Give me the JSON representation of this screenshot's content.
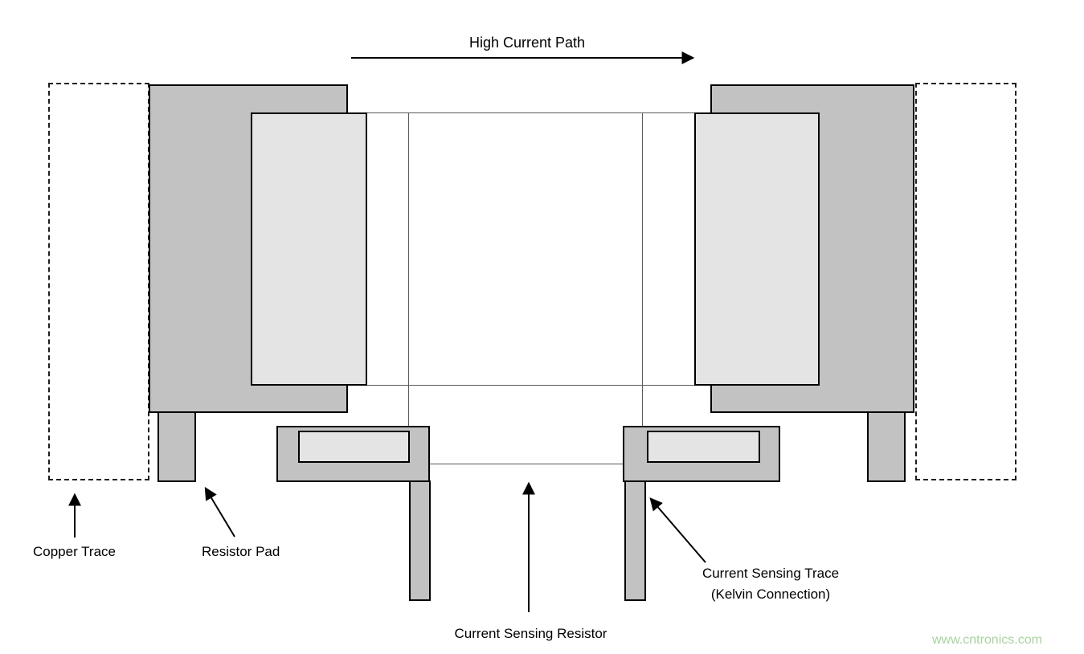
{
  "diagram": {
    "title_arrow_label": "High Current Path",
    "labels": {
      "copper_trace": "Copper Trace",
      "resistor_pad": "Resistor Pad",
      "current_sensing_resistor": "Current Sensing Resistor",
      "kelvin_line1": "Current Sensing Trace",
      "kelvin_line2": "(Kelvin Connection)"
    },
    "watermark": "www.cntronics.com",
    "colors": {
      "copper_fill": "#c2c2c2",
      "pad_fill": "#e4e4e4",
      "thin_outline": "#5a5a5a",
      "watermark": "#a9d3a0"
    }
  }
}
